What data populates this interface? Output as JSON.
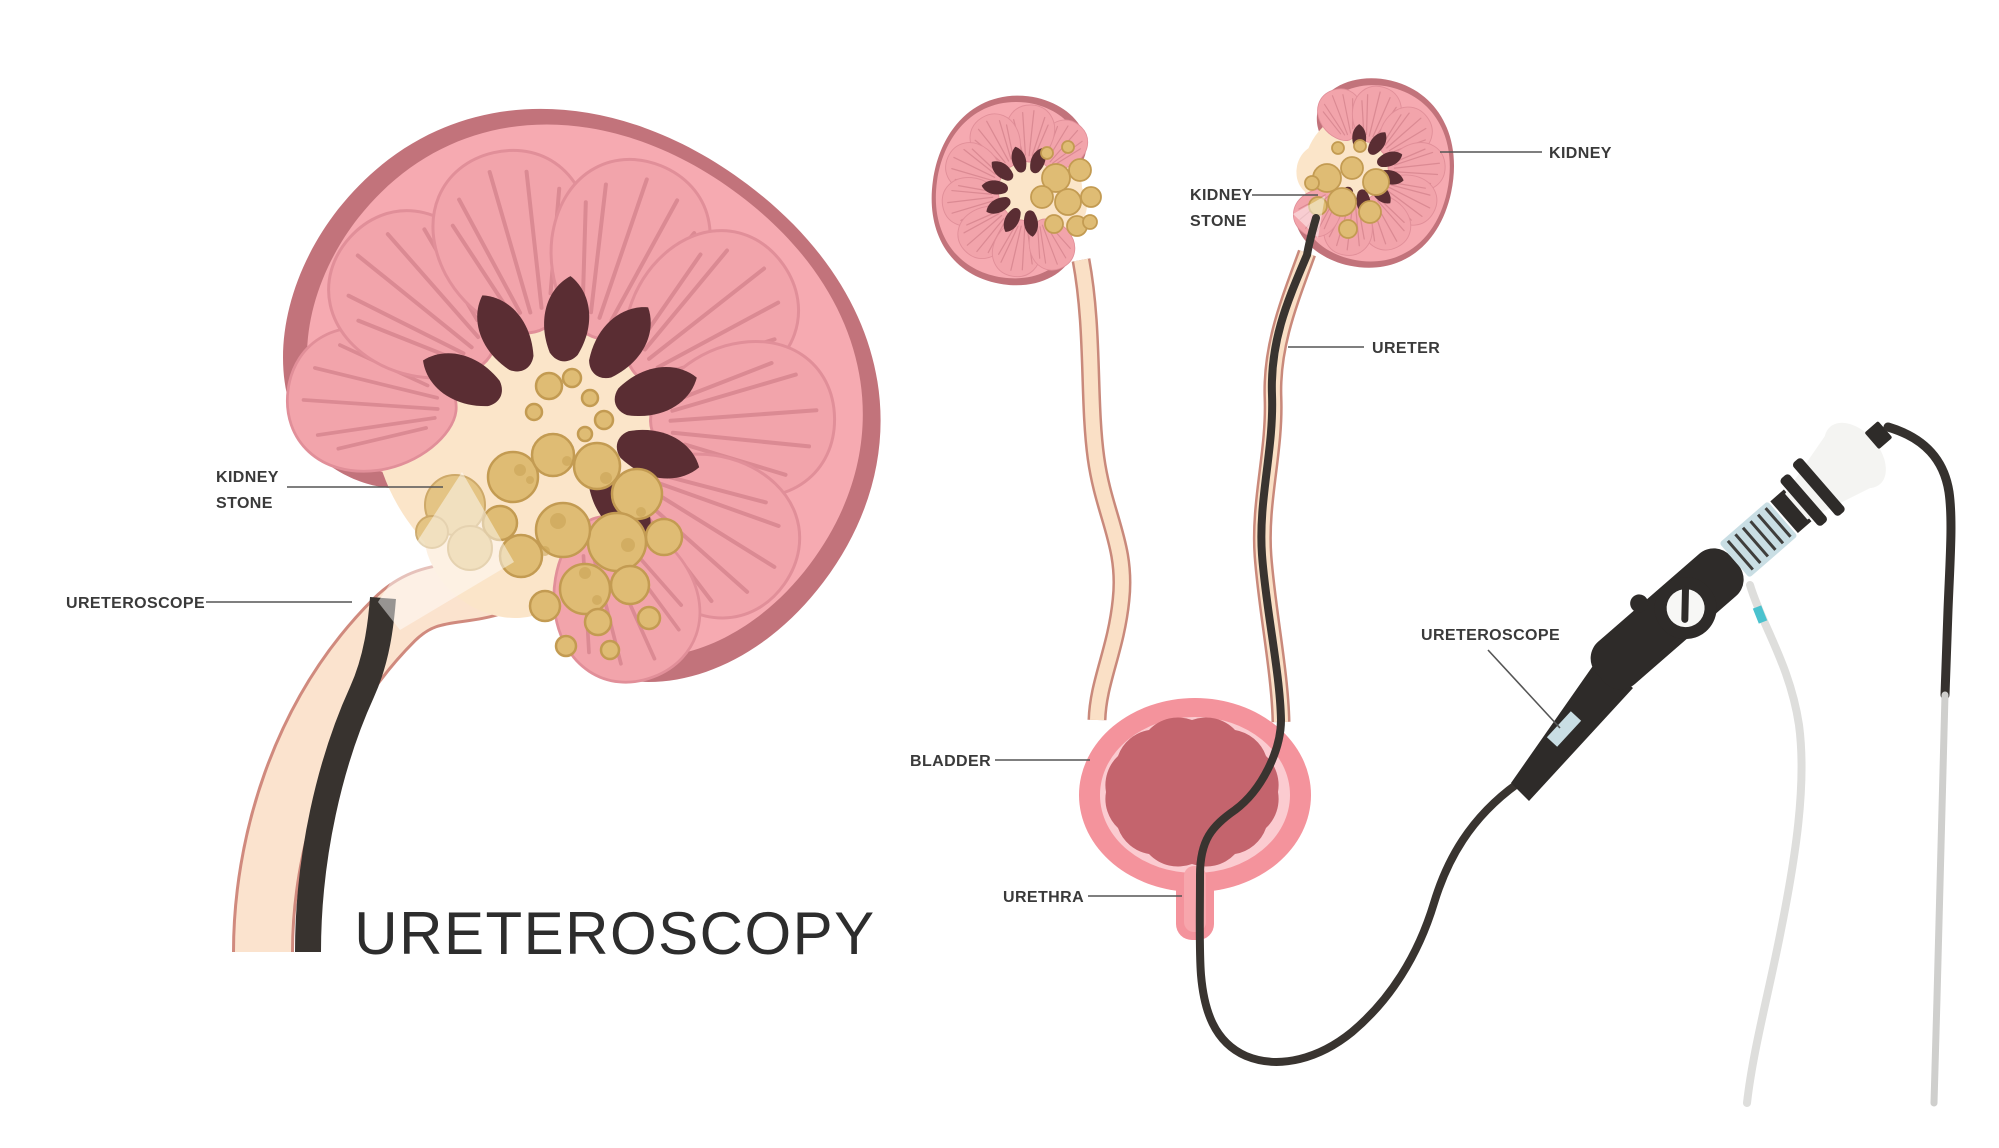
{
  "diagram": {
    "title": "URETEROSCOPY",
    "panels": {
      "left": {
        "kidney_stone_line1": "KIDNEY",
        "kidney_stone_line2": "STONE",
        "ureteroscope_label": "URETEROSCOPE"
      },
      "center": {
        "kidney_stone_line1": "KIDNEY",
        "kidney_stone_line2": "STONE",
        "kidney_label": "KIDNEY",
        "ureter_label": "URETER",
        "bladder_label": "BLADDER",
        "urethra_label": "URETHRA"
      },
      "right": {
        "ureteroscope_label": "URETEROSCOPE"
      }
    },
    "colors": {
      "capsule_rose": "#C2737B",
      "cortex_pink": "#F6AAB1",
      "pyramid_pink": "#F2A4AB",
      "pyramid_striation": "#DB8A93",
      "calyx_maroon": "#5A2D33",
      "sinus_cream": "#FBE5C9",
      "stone_tan": "#DFBC74",
      "stone_outline": "#C39B52",
      "ureter_cream": "#FAE0C6",
      "ureter_outline": "#C9897B",
      "bladder_pink": "#F4939C",
      "bladder_inner_ring": "#FBCBD0",
      "bladder_interior": "#C4646D",
      "scope_black": "#38332F",
      "scope_ribbed_blue": "#C9DEE4",
      "cable_gray": "#DEDEDC",
      "teal_band": "#4BC2CE",
      "label_text": "#3B3B3B"
    }
  }
}
